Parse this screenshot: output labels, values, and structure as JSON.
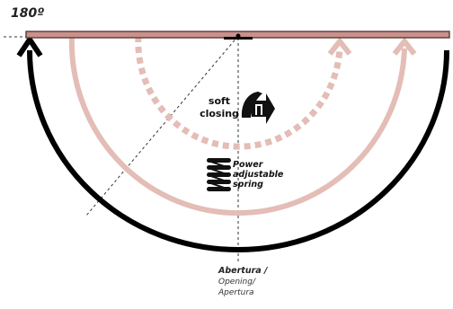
{
  "angle_label": "180º",
  "soft_closing": {
    "line1": "soft",
    "line2": "closing",
    "icon": "feather-arrow-icon"
  },
  "spring": {
    "line1": "Power",
    "line2": "adjustable",
    "line3": "spring",
    "icon": "coil-spring-icon"
  },
  "opening": {
    "line1": "Abertura /",
    "line2": "Opening/",
    "line3": "Apertura"
  },
  "colors": {
    "door_fill": "#c9918c",
    "door_edge": "#5a3a36",
    "outer_arc": "#000000",
    "inner_arcs": "#e3bdb6",
    "guide_lines": "#333333"
  }
}
